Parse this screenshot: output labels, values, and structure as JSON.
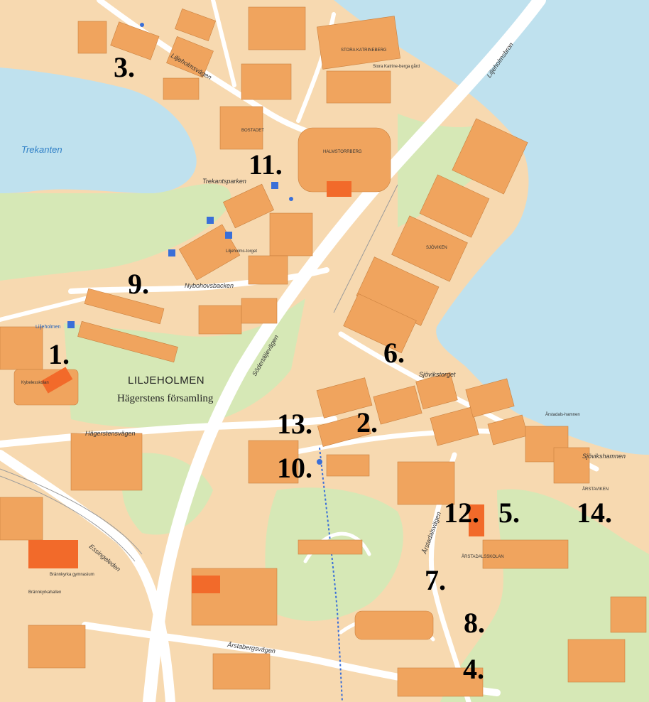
{
  "colors": {
    "water": "#bfe1ee",
    "park": "#d6e8b6",
    "land": "#f7d9b0",
    "building": "#f0a45e",
    "highlight": "#f26a2a",
    "road": "#ffffff",
    "metro": "#3a6fd8",
    "marker_text": "#000000"
  },
  "markers": [
    "1.",
    "2.",
    "3.",
    "4.",
    "5.",
    "6.",
    "7.",
    "8.",
    "9.",
    "10.",
    "11.",
    "12.",
    "13.",
    "14."
  ],
  "area_labels": {
    "district": "LILJEHOLMEN",
    "parish": "Hägerstens församling",
    "water": "Trekanten"
  },
  "road_labels": {
    "sodertaljevagen": "Södertäljevägen",
    "essingeleden": "Essingeleden",
    "hagerstensvagen": "Hägerstensvägen",
    "arstabergsvagen": "Årstabergsvägen",
    "nybohovsbacken": "Nybohovsbacken",
    "liljeholmsvagen": "Liljeholmsvägen",
    "arstadalsvagen": "Årstadalsvägen",
    "liljeholmsbron": "Liljeholmsbron",
    "sjovikstorget": "Sjövikstorget",
    "sjovikshamnen": "Sjövikshamnen",
    "trekantsparken": "Trekantsparken"
  },
  "place_labels": {
    "kybeleskolan": "Kybelesskolan",
    "liljeholmstorget": "Liljeholms-torget",
    "arstadalsskolan": "ÅRSTADALSSKOLAN",
    "bostaden": "BOSTADET",
    "hagaberg": "HALMSTORRBERG",
    "brannkyrka_gymnasium": "Brännkyrka gymnasium",
    "brannkyrkahallen": "Brännkyrkahallen",
    "liljeholmen_station": "Liljeholmen",
    "stora_katrineberg": "STORA KATRINEBERG",
    "arstadalshamnen": "Årstadals-hamnen",
    "marieberg": "SJÖVIKEN",
    "arstaviken": "ÅRSTAVIKEN",
    "storakatrineberg_gard": "Stora Katrine-berga gård"
  }
}
